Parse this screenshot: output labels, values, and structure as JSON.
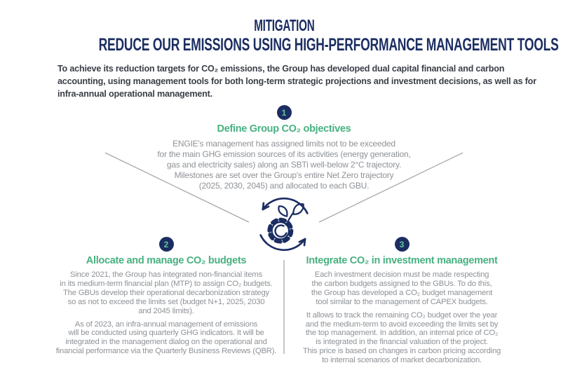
{
  "header": {
    "title": "MITIGATION",
    "subtitle": "REDUCE OUR EMISSIONS USING HIGH-PERFORMANCE MANAGEMENT TOOLS"
  },
  "intro": {
    "text": "To achieve its reduction targets for CO₂ emissions, the Group has developed dual capital financial and carbon accounting, using management tools for both long-term strategic projections and investment decisions, as well as for infra-annual operational management."
  },
  "diagram": {
    "center_icon": "gear-leaf-recycle-icon",
    "steps": [
      {
        "number": "1",
        "heading": "Define Group CO₂ objectives",
        "paragraphs": [
          [
            "ENGIE's management has assigned limits not to be exceeded",
            "for the main GHG emission sources of its activities (energy generation,",
            "gas and electricity sales) along an SBTi well-below 2°C trajectory.",
            "Milestones are set over the Group's entire Net Zero trajectory",
            "(2025, 2030, 2045) and allocated to each GBU."
          ]
        ]
      },
      {
        "number": "2",
        "heading": "Allocate and manage CO₂ budgets",
        "paragraphs": [
          [
            "Since 2021, the Group has integrated non-financial items",
            "in its medium-term financial plan (MTP) to assign CO₂ budgets.",
            "The GBUs develop their operational decarbonization strategy",
            "so as not to exceed the limits set (budget N+1, 2025, 2030",
            "and 2045 limits)."
          ],
          [
            "As of 2023, an infra-annual management of emissions",
            "will be conducted using quarterly GHG indicators. It will be",
            "integrated in the management dialog on the operational and",
            "financial performance via the Quarterly Business Reviews (QBR)."
          ]
        ]
      },
      {
        "number": "3",
        "heading": "Integrate CO₂ in investment management",
        "paragraphs": [
          [
            "Each investment decision must be made respecting",
            "the carbon budgets assigned to the GBUs. To do this,",
            "the Group has developed a CO₂ budget management",
            "tool similar to the management of CAPEX budgets."
          ],
          [
            "It allows to track the remaining CO₂ budget over the year",
            "and the medium-term to avoid exceeding the limits set by",
            "the top management. In addition, an internal price of CO₂",
            "is integrated in the financial valuation of the project.",
            "This price is based on changes in carbon pricing according",
            "to internal scenarios of market decarbonization."
          ]
        ]
      }
    ]
  },
  "colors": {
    "navy": "#1b2d62",
    "heading_green": "#47b181",
    "badge_digit_green": "#5fc79c",
    "body_gray": "#8e9297",
    "intro_text": "#3a3f47",
    "connector_gray": "#a6a9ac"
  }
}
